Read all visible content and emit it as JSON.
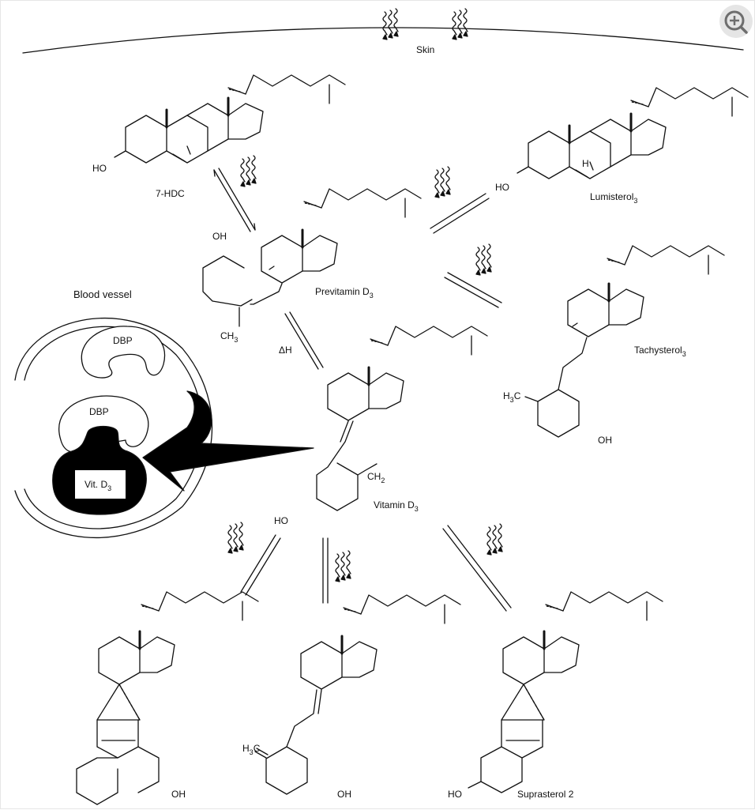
{
  "labels": {
    "skin": "Skin",
    "hdc": "7-HDC",
    "lumisterol": "Lumisterol",
    "lumisterol_sub": "3",
    "previtamin": "Previtamin D",
    "previtamin_sub": "3",
    "tachysterol": "Tachysterol",
    "tachysterol_sub": "3",
    "vitamin": "Vitamin D",
    "vitamin_sub": "3",
    "blood_vessel": "Blood vessel",
    "dbp_top": "DBP",
    "dbp_bottom": "DBP",
    "vitd3": "Vit. D",
    "vitd3_sub": "3",
    "delta_h": "ΔH",
    "suprasterol": "Suprasterol 2",
    "ho": "HO",
    "oh": "OH",
    "ch3": "CH",
    "ch3_sub": "3",
    "ch2": "CH",
    "ch2_sub": "2",
    "h3c": "H",
    "h3c_sub": "3",
    "h3c_c": "C",
    "h": "H"
  },
  "icons": {
    "uv_radiation": "uv-wave-arrows-icon",
    "zoom": "zoom-in-icon"
  },
  "colors": {
    "ink": "#111111",
    "dbp_fill": "#ffffff",
    "vitd_complex_fill": "#000000",
    "zoom_bg": "#e5e5e5",
    "zoom_ring": "#6e6e6e"
  }
}
